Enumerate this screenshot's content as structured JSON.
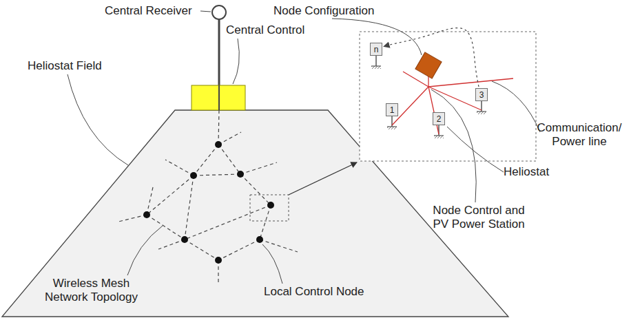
{
  "diagram": {
    "nodes": [
      {
        "text": [
          "n"
        ]
      },
      {
        "text": [
          "3"
        ]
      },
      {
        "text": [
          "1"
        ]
      },
      {
        "text": [
          "2"
        ]
      }
    ],
    "edges": [
      {
        "from": 1,
        "to": 0,
        "arrow": "to"
      }
    ],
    "labels": [
      "Node Configuration",
      "Central Receiver",
      "Central Control",
      "Heliostat Field",
      "Communication/ Power line",
      "Heliostat",
      "Node Control and PV Power Station",
      "Wireless Mesh Network Topology",
      "Local Control Node"
    ]
  }
}
